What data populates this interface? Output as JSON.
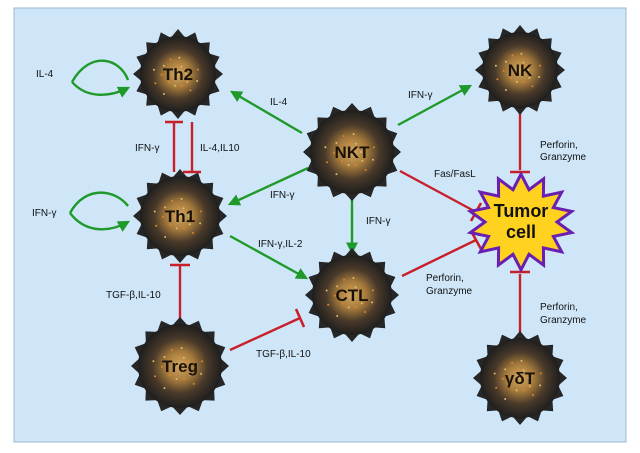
{
  "cells": {
    "th2": "Th2",
    "nk": "NK",
    "nkt": "NKT",
    "th1": "Th1",
    "ctl": "CTL",
    "treg": "Treg",
    "gdt": "γδT"
  },
  "tumor": {
    "line1": "Tumor",
    "line2": "cell"
  },
  "edges": {
    "il4_self": "IL-4",
    "nkt_th2": "IL-4",
    "th1_th2": "IFN-γ",
    "th2_th1": "IL-4,IL10",
    "nkt_nk": "IFN-γ",
    "nk_tumor_1": "Perforin,",
    "nk_tumor_2": "Granzyme",
    "nkt_tumor": "Fas/FasL",
    "nkt_th1": "IFN-γ",
    "ifn_self": "IFN-γ",
    "nkt_ctl": "IFN-γ",
    "th1_ctl": "IFN-γ,IL-2",
    "ctl_tumor_1": "Perforin,",
    "ctl_tumor_2": "Granzyme",
    "treg_th1": "TGF-β,IL-10",
    "treg_ctl": "TGF-β,IL-10",
    "gdt_tumor_1": "Perforin,",
    "gdt_tumor_2": "Granzyme"
  },
  "colors": {
    "background": "#cfe6f8",
    "activation": "#1f9a2a",
    "inhibition": "#c8202a",
    "tumor_fill": "#ffd21f",
    "tumor_stroke": "#6a1fb0",
    "cell_dark": "#2b2b2b",
    "cell_core": "#b89050"
  }
}
